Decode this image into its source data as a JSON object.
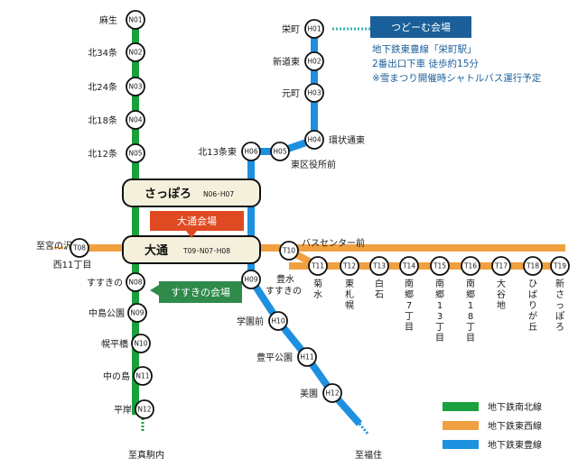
{
  "colors": {
    "namboku": "#1aa03c",
    "tozai": "#f0a040",
    "toho": "#1e90e0",
    "odori_box": "#e04a22",
    "susukino_box": "#2e8b4a",
    "tsudome_box": "#1b5f9a",
    "info_text": "#1b5f9a"
  },
  "namboku": {
    "stations": [
      {
        "code": "N01",
        "name": "麻生"
      },
      {
        "code": "N02",
        "name": "北34条"
      },
      {
        "code": "N03",
        "name": "北24条"
      },
      {
        "code": "N04",
        "name": "北18条"
      },
      {
        "code": "N05",
        "name": "北12条"
      },
      {
        "code": "N08",
        "name": "すすきの"
      },
      {
        "code": "N09",
        "name": "中島公園"
      },
      {
        "code": "N10",
        "name": "幌平橋"
      },
      {
        "code": "N11",
        "name": "中の島"
      },
      {
        "code": "N12",
        "name": "平岸"
      }
    ],
    "terminus": "至真駒内"
  },
  "tozai": {
    "west_terminus": "至宮の沢",
    "stations": [
      {
        "code": "T08",
        "name": "西11丁目"
      },
      {
        "code": "T10",
        "name": "バスセンター前"
      },
      {
        "code": "T11",
        "name": "菊水"
      },
      {
        "code": "T12",
        "name": "東札幌"
      },
      {
        "code": "T13",
        "name": "白石"
      },
      {
        "code": "T14",
        "name": "南郷7丁目"
      },
      {
        "code": "T15",
        "name": "南郷13丁目"
      },
      {
        "code": "T16",
        "name": "南郷18丁目"
      },
      {
        "code": "T17",
        "name": "大谷地"
      },
      {
        "code": "T18",
        "name": "ひばりが丘"
      },
      {
        "code": "T19",
        "name": "新さっぽろ"
      }
    ]
  },
  "toho": {
    "stations": [
      {
        "code": "H01",
        "name": "栄町"
      },
      {
        "code": "H02",
        "name": "新道東"
      },
      {
        "code": "H03",
        "name": "元町"
      },
      {
        "code": "H04",
        "name": "環状通東"
      },
      {
        "code": "H05",
        "name": "東区役所前"
      },
      {
        "code": "H06",
        "name": "北13条東"
      },
      {
        "code": "H09",
        "name": "豊水すすきの"
      },
      {
        "code": "H10",
        "name": "学園前"
      },
      {
        "code": "H11",
        "name": "豊平公園"
      },
      {
        "code": "H12",
        "name": "美園"
      }
    ],
    "terminus": "至福住"
  },
  "hubs": {
    "sapporo": {
      "name": "さっぽろ",
      "codes": "N06･H07"
    },
    "odori": {
      "name": "大通",
      "codes": "T09･N07･H08"
    }
  },
  "venues": {
    "odori": "大通会場",
    "susukino": "すすきの会場",
    "tsudome": "つどーむ会場"
  },
  "tsudome_info": [
    "地下鉄東豊線「栄町駅」",
    "2番出口下車  徒歩約15分",
    "※雪まつり開催時シャトルバス運行予定"
  ],
  "legend": [
    {
      "label": "地下鉄南北線",
      "color": "#1aa03c"
    },
    {
      "label": "地下鉄東西線",
      "color": "#f0a040"
    },
    {
      "label": "地下鉄東豊線",
      "color": "#1e90e0"
    }
  ]
}
